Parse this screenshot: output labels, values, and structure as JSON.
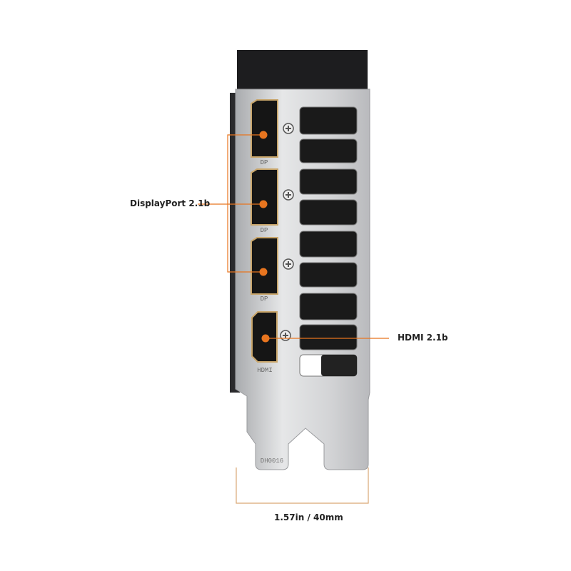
{
  "callouts": {
    "displayport": "DisplayPort 2.1b",
    "hdmi": "HDMI 2.1b",
    "dimension": "1.57in / 40mm"
  },
  "bracket": {
    "port_labels": [
      "DP",
      "DP",
      "DP",
      "HDMI"
    ],
    "part_number": "DH0016"
  },
  "colors": {
    "accent": "#e8751f",
    "dimension_line": "#d9a774",
    "metal": "#c9cacc"
  }
}
